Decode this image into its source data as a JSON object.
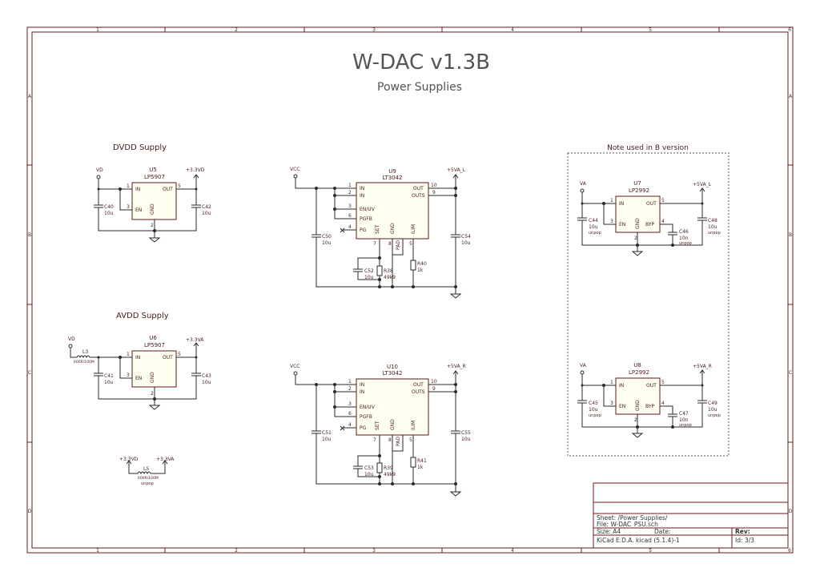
{
  "title": "W-DAC v1.3B",
  "subtitle": "Power Supplies",
  "column_markers": [
    "1",
    "2",
    "3",
    "4",
    "5",
    "6"
  ],
  "row_markers": [
    "A",
    "B",
    "C",
    "D"
  ],
  "sections": {
    "dvdd": "DVDD Supply",
    "avdd": "AVDD Supply",
    "not_used": "Note used in B version"
  },
  "dvdd": {
    "ref": "U5",
    "part": "LP5907",
    "pins": {
      "in_num": "1",
      "in": "IN",
      "out": "OUT",
      "out_num": "5",
      "en_num": "3",
      "en": "EN",
      "gnd": "GND",
      "gnd_num": "2"
    },
    "in_rail": "VD",
    "out_rail": "+3.3VD",
    "c_in": {
      "ref": "C40",
      "val": "10u"
    },
    "c_out": {
      "ref": "C42",
      "val": "10u"
    }
  },
  "avdd": {
    "ref": "U6",
    "part": "LP5907",
    "pins": {
      "in_num": "1",
      "in": "IN",
      "out": "OUT",
      "out_num": "5",
      "en_num": "3",
      "en": "EN",
      "gnd": "GND",
      "gnd_num": "2"
    },
    "in_rail": "VD",
    "out_rail": "+3.3VA",
    "ferrite": {
      "ref": "L3",
      "val": "600R/100M"
    },
    "c_in": {
      "ref": "C41",
      "val": "10u"
    },
    "c_out": {
      "ref": "C43",
      "val": "10u"
    }
  },
  "bridge": {
    "rail_a": "+3.3VD",
    "rail_b": "+3.3VA",
    "ref": "L5",
    "val": "600R/100M",
    "note": "unpop"
  },
  "reg_left": {
    "ref": "U9",
    "part": "LT3042",
    "pins": {
      "in1_num": "1",
      "in2_num": "2",
      "in": "IN",
      "en_num": "3",
      "en": "EN/UV",
      "pgfb_num": "6",
      "pgfb": "PGFB",
      "pg_num": "4",
      "pg": "PG",
      "out1_num": "10",
      "out": "OUT",
      "out2_num": "9",
      "outs": "OUTS",
      "set_num": "7",
      "set": "SET",
      "gnd_num": "8",
      "gnd": "GND",
      "pad": "PAD",
      "ilim_num": "5",
      "ilim": "ILIM"
    },
    "in_rail": "VCC",
    "out_rail": "+5VA_L",
    "c_in": {
      "ref": "C50",
      "val": "10u"
    },
    "c_set": {
      "ref": "C52",
      "val": "10u"
    },
    "r_set": {
      "ref": "R38",
      "val": "49k9"
    },
    "r_ilim": {
      "ref": "R40",
      "val": "1k"
    },
    "c_out": {
      "ref": "C54",
      "val": "10u"
    }
  },
  "reg_right": {
    "ref": "U10",
    "part": "LT3042",
    "pins": {
      "in1_num": "1",
      "in2_num": "2",
      "in": "IN",
      "en_num": "3",
      "en": "EN/UV",
      "pgfb_num": "6",
      "pgfb": "PGFB",
      "pg_num": "4",
      "pg": "PG",
      "out1_num": "10",
      "out": "OUT",
      "out2_num": "9",
      "outs": "OUTS",
      "set_num": "7",
      "set": "SET",
      "gnd_num": "8",
      "gnd": "GND",
      "pad": "PAD",
      "ilim_num": "5",
      "ilim": "ILIM"
    },
    "in_rail": "VCC",
    "out_rail": "+5VA_R",
    "c_in": {
      "ref": "C51",
      "val": "10u"
    },
    "c_set": {
      "ref": "C53",
      "val": "10u"
    },
    "r_set": {
      "ref": "R39",
      "val": "49k9"
    },
    "r_ilim": {
      "ref": "R41",
      "val": "1k"
    },
    "c_out": {
      "ref": "C55",
      "val": "10u"
    }
  },
  "u7": {
    "ref": "U7",
    "part": "LP2992",
    "pins": {
      "in_num": "1",
      "in": "IN",
      "out": "OUT",
      "out_num": "5",
      "en_num": "3",
      "en": "EN",
      "gnd": "GND",
      "gnd_num": "2",
      "byp": "BYP",
      "byp_num": "4"
    },
    "in_rail": "VA",
    "out_rail": "+5VA_L",
    "c_in": {
      "ref": "C44",
      "val": "10u",
      "note": "unpop"
    },
    "c_byp": {
      "ref": "C46",
      "val": "10n",
      "note": "unpop"
    },
    "c_out": {
      "ref": "C48",
      "val": "10u",
      "note": "unpop"
    }
  },
  "u8": {
    "ref": "U8",
    "part": "LP2992",
    "pins": {
      "in_num": "1",
      "in": "IN",
      "out": "OUT",
      "out_num": "5",
      "en_num": "3",
      "en": "EN",
      "gnd": "GND",
      "gnd_num": "2",
      "byp": "BYP",
      "byp_num": "4"
    },
    "in_rail": "VA",
    "out_rail": "+5VA_R",
    "c_in": {
      "ref": "C45",
      "val": "10u",
      "note": "unpop"
    },
    "c_byp": {
      "ref": "C47",
      "val": "10n",
      "note": "unpop"
    },
    "c_out": {
      "ref": "C49",
      "val": "10u",
      "note": "unpop"
    }
  },
  "title_block": {
    "sheet": "Sheet: /Power Supplies/",
    "file": "File: W-DAC_PSU.sch",
    "size": "Size: A4",
    "date": "Date:",
    "rev": "Rev:",
    "tool": "KiCad E.D.A.  kicad (5.1.4)-1",
    "id": "Id: 3/3"
  }
}
